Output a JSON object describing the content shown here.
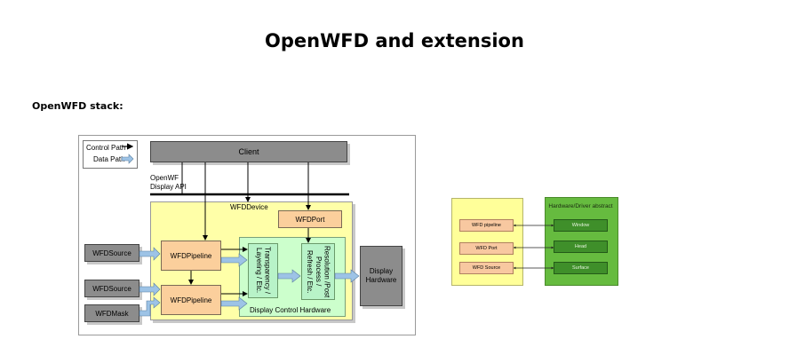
{
  "page": {
    "title": "OpenWFD and extension",
    "subtitle": "OpenWFD stack:"
  },
  "stack_diagram": {
    "legend": {
      "control_path": "Control Path",
      "data_path": "Data Path"
    },
    "client": "Client",
    "api_label_line1": "OpenWF",
    "api_label_line2": "Display API",
    "device": "WFDDevice",
    "port": "WFDPort",
    "sources": [
      "WFDSource",
      "WFDSource",
      "WFDMask"
    ],
    "pipelines": [
      "WFDPipeline",
      "WFDPipeline"
    ],
    "blend_stage": "Transparency / Layering / Etc.",
    "post_stage": "Resolution /Post Process / Refresh / Etc.",
    "control_hw": "Display Control Hardware",
    "display_hw": "Display Hardware",
    "colors": {
      "device": "#ffffa8",
      "control_hw": "#ccffcc",
      "stage": "#b8f3c8",
      "pipeline": "#fbcf9c",
      "gray": "#8c8c8c",
      "data_arrow": "#9dc3e6"
    }
  },
  "mapping_diagram": {
    "wfd_items": [
      "WFD pipeline",
      "WFD Port",
      "WFD Source"
    ],
    "hw_header": "Hardware/Driver abstract",
    "hw_items": [
      "Window",
      "Head",
      "Surface"
    ],
    "colors": {
      "left_panel": "#ffff99",
      "right_panel": "#66bb3f",
      "item": "#f8c8a0",
      "hw_item": "#3f8f2a"
    }
  }
}
